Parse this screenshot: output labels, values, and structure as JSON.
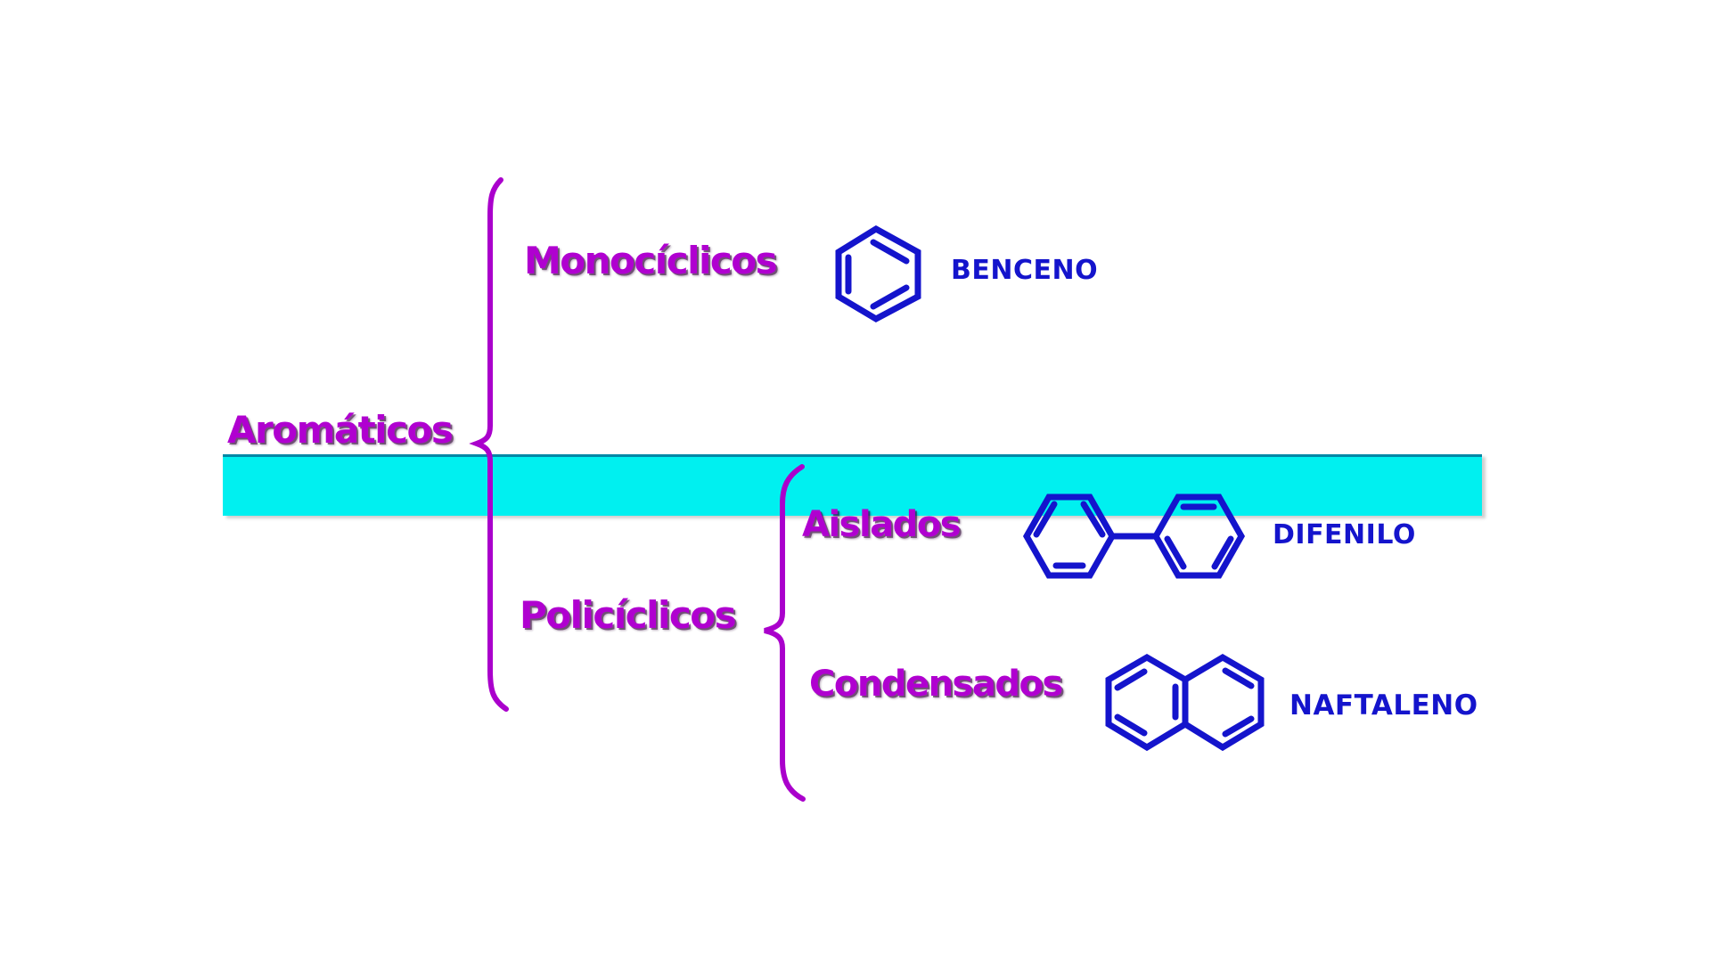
{
  "diagram": {
    "root_label": "Aromáticos",
    "branches": [
      {
        "label": "Monocíclicos",
        "compound": {
          "name": "BENCENO",
          "structure_icon": "benzene-ring"
        }
      },
      {
        "label": "Policíclicos",
        "sub_branches": [
          {
            "label": "Aislados",
            "compound": {
              "name": "DIFENILO",
              "structure_icon": "biphenyl"
            }
          },
          {
            "label": "Condensados",
            "compound": {
              "name": "NAFTALENO",
              "structure_icon": "naphthalene"
            }
          }
        ]
      }
    ]
  },
  "colors": {
    "label_magenta": "#B000D0",
    "brace_magenta": "#AA00CC",
    "structure_blue": "#1414CC",
    "band_cyan": "#00F0F0",
    "band_border_teal": "#0087A5"
  }
}
